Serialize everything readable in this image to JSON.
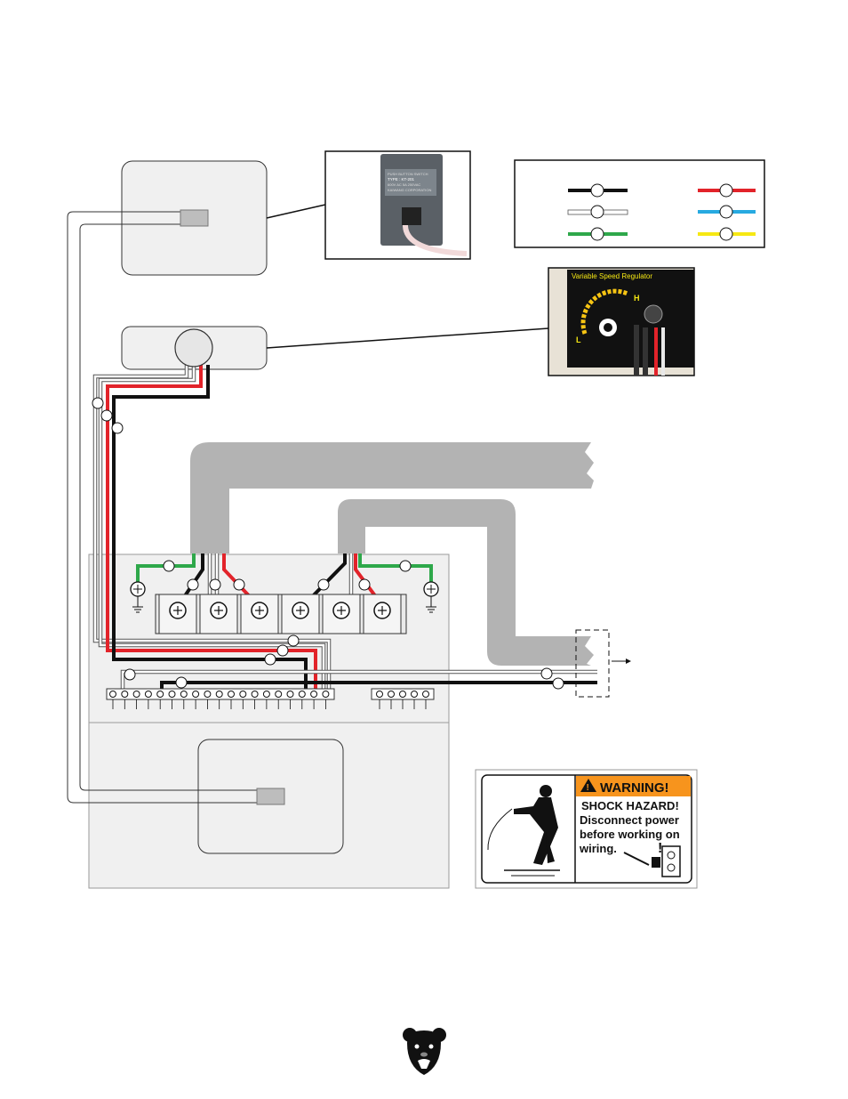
{
  "legend": {
    "wire_colors": [
      {
        "name": "black",
        "hex": "#111111"
      },
      {
        "name": "white",
        "hex": "#ffffff"
      },
      {
        "name": "green",
        "hex": "#2ea84a"
      },
      {
        "name": "red",
        "hex": "#e2232a"
      },
      {
        "name": "blue",
        "hex": "#27aae1"
      },
      {
        "name": "yellow",
        "hex": "#f6e813"
      }
    ]
  },
  "pendant_photo": {
    "label_lines": [
      "PUSH BUTTON SWITCH",
      "TYPE : KT-201",
      "600V AC  5A 250VAC",
      "KAIWANG CORPORATION"
    ]
  },
  "regulator_photo": {
    "title": "Variable Speed Regulator",
    "high_mark": "H",
    "low_mark": "L"
  },
  "warning_label": {
    "header": "WARNING!",
    "line1": "SHOCK HAZARD!",
    "line2": "Disconnect power",
    "line3": "before working on",
    "line4": "wiring."
  },
  "colors": {
    "gray_panel": "#f0f0f0",
    "conduit": "#b3b3b3",
    "warning_orange": "#f7941d"
  }
}
